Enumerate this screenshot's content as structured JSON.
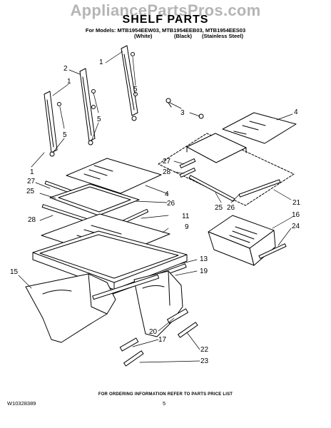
{
  "watermark": "AppliancePartsPros.com",
  "header": {
    "title": "SHELF PARTS",
    "models_line": "For Models: MTB1954EEW03, MTB1954EEB03, MTB1954EES03",
    "finish_white": "(White)",
    "finish_black": "(Black)",
    "finish_stainless": "(Stainless Steel)"
  },
  "callouts": {
    "c1a": "1",
    "c1b": "1",
    "c1c": "1",
    "c2": "2",
    "c3": "3",
    "c4a": "4",
    "c4b": "4",
    "c5a": "5",
    "c5b": "5",
    "c5c": "5",
    "c9": "9",
    "c11": "11",
    "c13": "13",
    "c15": "15",
    "c16": "16",
    "c17": "17",
    "c19": "19",
    "c20": "20",
    "c21": "21",
    "c22": "22",
    "c23": "23",
    "c24": "24",
    "c25a": "25",
    "c25b": "25",
    "c26a": "26",
    "c26b": "26",
    "c27a": "27",
    "c27b": "27",
    "c28a": "28",
    "c28b": "28"
  },
  "footer": {
    "ordering_note": "FOR ORDERING INFORMATION REFER TO PARTS PRICE LIST",
    "doc_number": "W10328389",
    "page_number": "5"
  }
}
